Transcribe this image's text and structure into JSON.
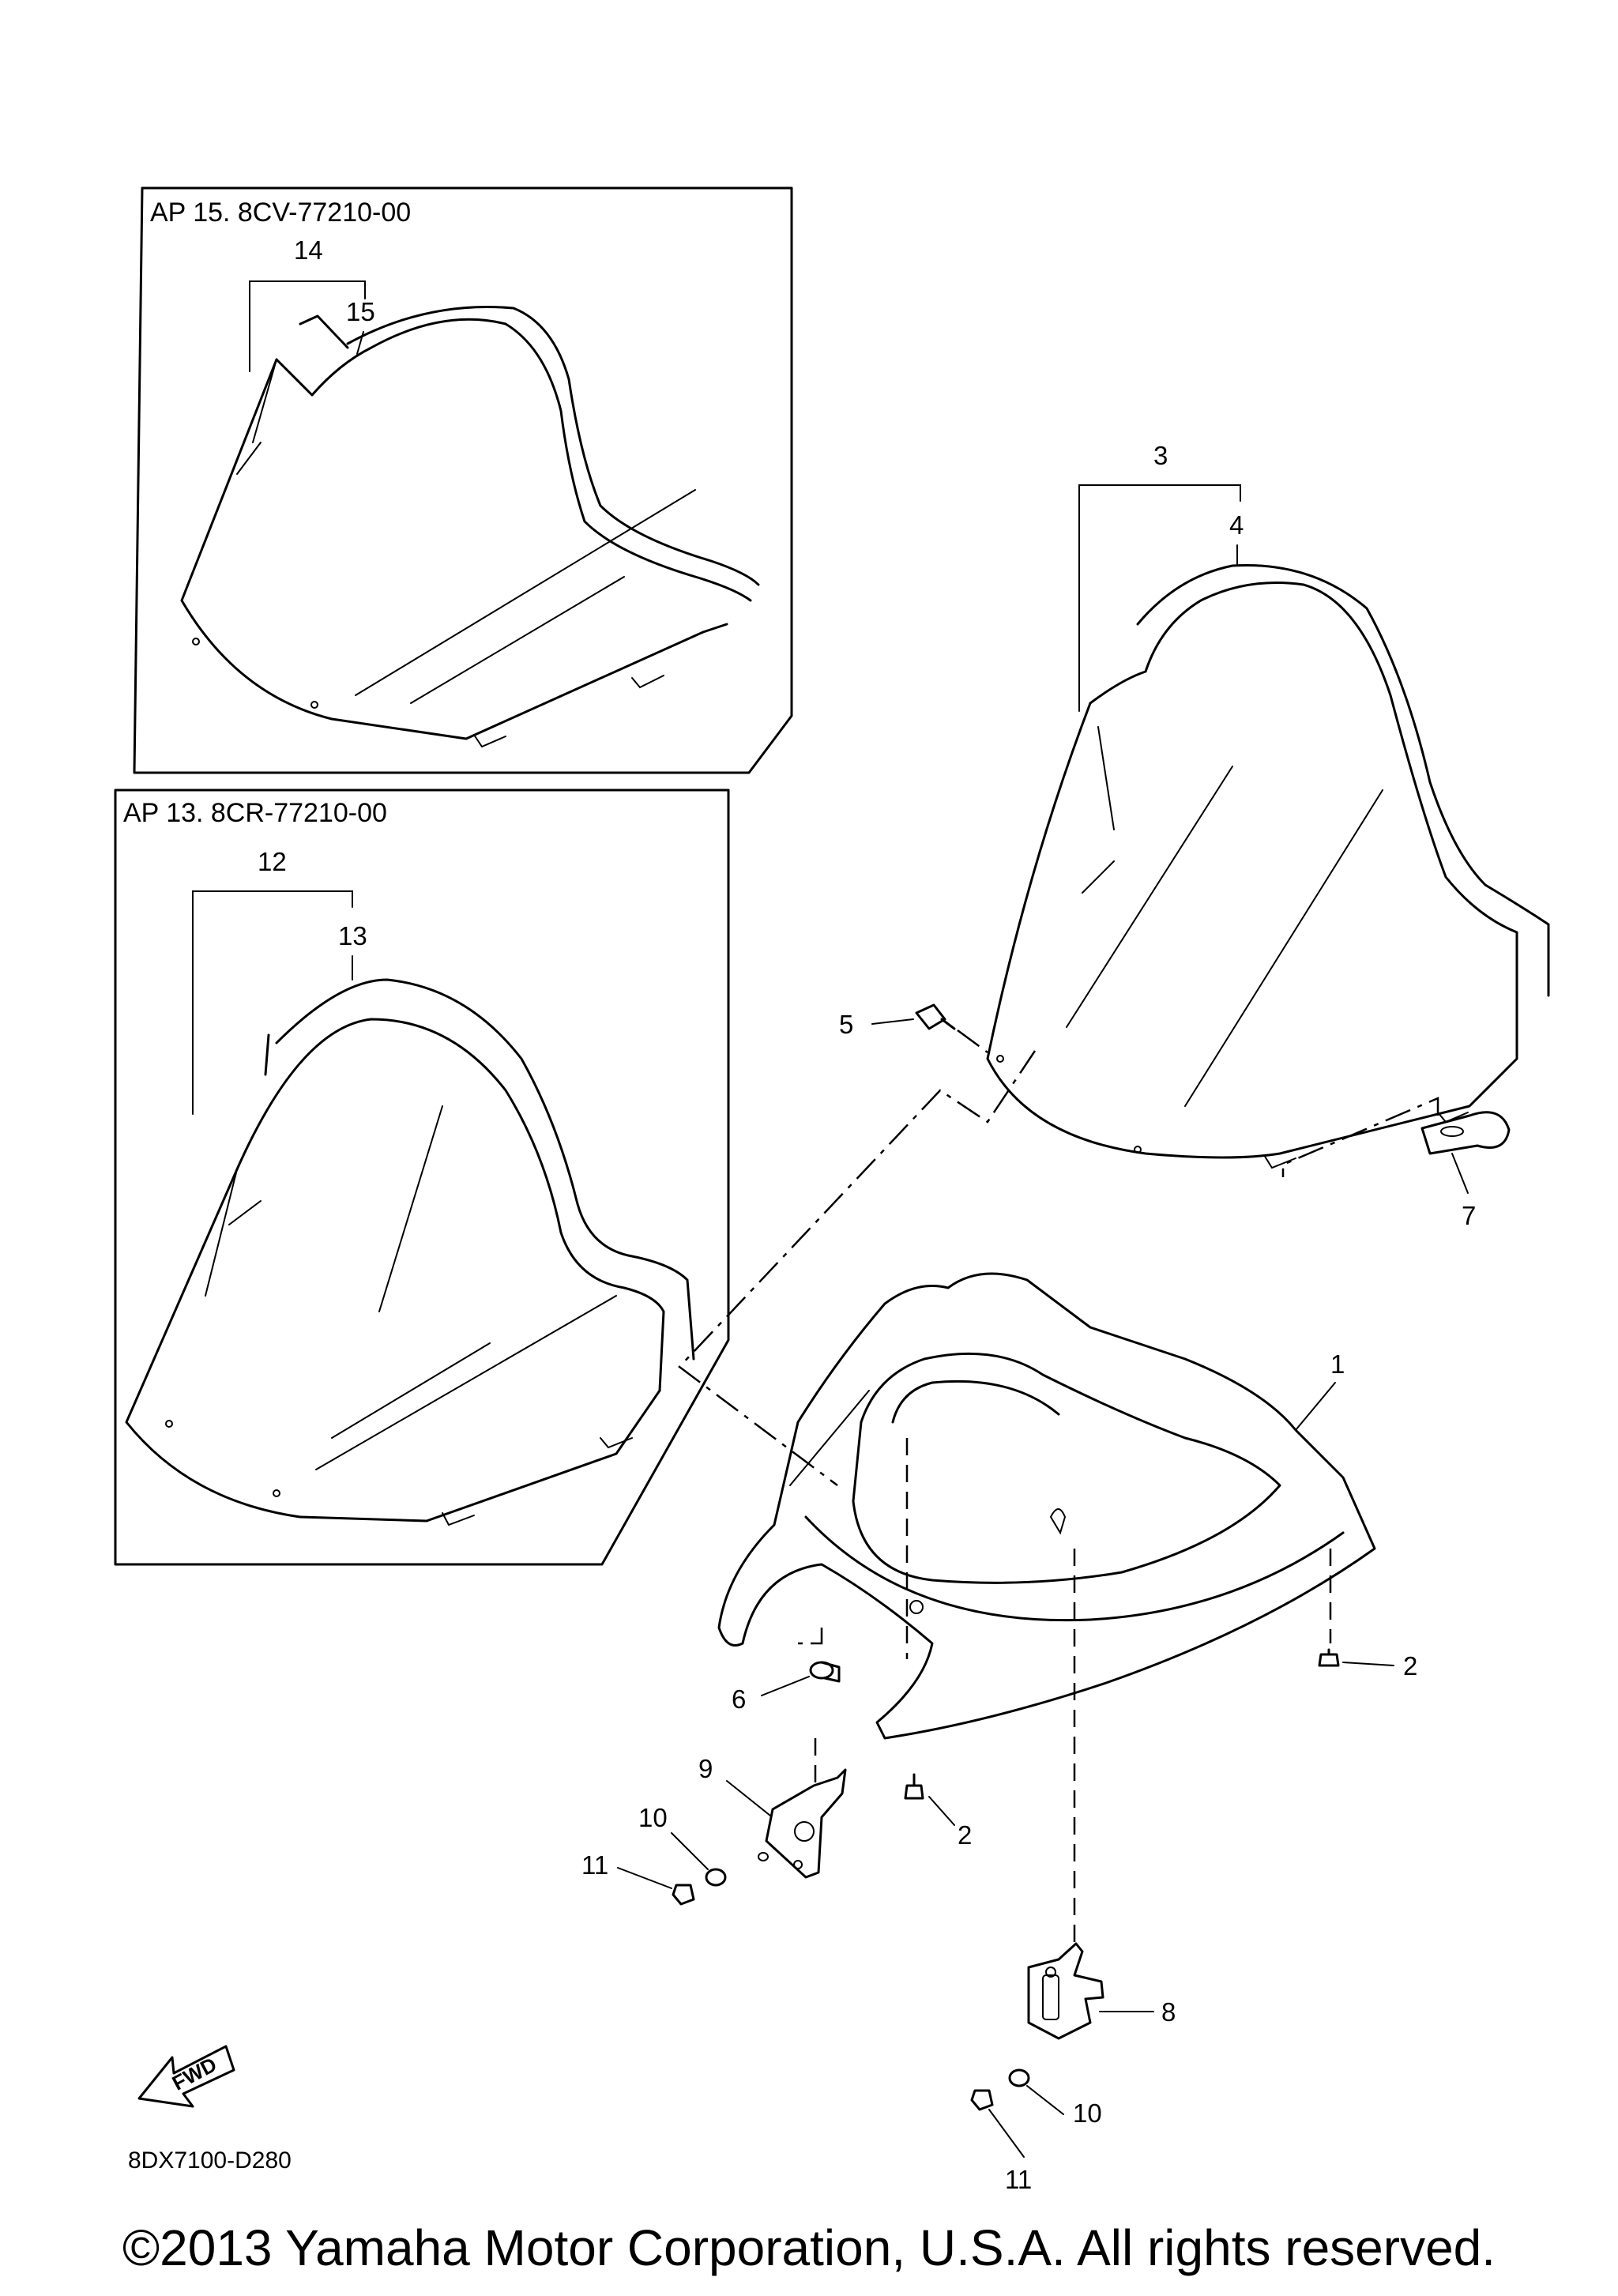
{
  "kit_a": {
    "label": "AP  15. 8CV-77210-00",
    "callouts": [
      "14",
      "15"
    ]
  },
  "kit_b": {
    "label": "AP  13. 8CR-77210-00",
    "callouts": [
      "12",
      "13"
    ]
  },
  "callouts": {
    "c1": "1",
    "c2a": "2",
    "c2b": "2",
    "c3": "3",
    "c4": "4",
    "c5": "5",
    "c6": "6",
    "c7": "7",
    "c8": "8",
    "c9": "9",
    "c10a": "10",
    "c10b": "10",
    "c11a": "11",
    "c11b": "11"
  },
  "fwd_label": "FWD",
  "diagram_code": "8DX7100-D280",
  "copyright": "©2013 Yamaha Motor Corporation, U.S.A. All rights reserved."
}
